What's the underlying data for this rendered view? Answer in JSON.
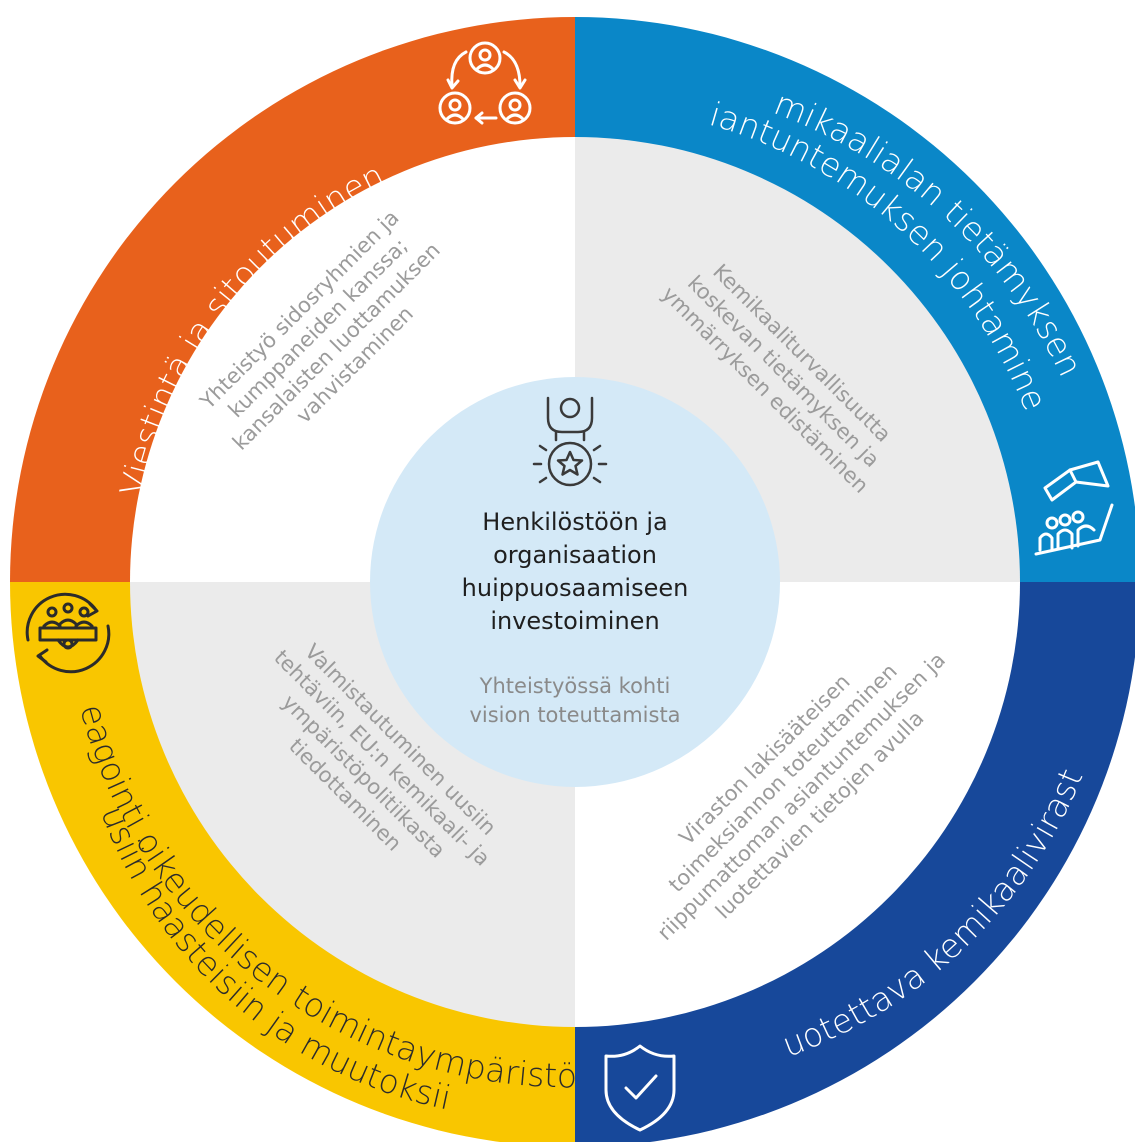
{
  "colors": {
    "orange": "#e8611c",
    "light_blue": "#0a87c8",
    "dark_blue": "#17489a",
    "yellow": "#f9c600",
    "inner_white": "#ffffff",
    "inner_gray": "#ebebeb",
    "center": "#d4e9f7"
  },
  "segments": {
    "top_left": {
      "title": "Viestintä ja sitoutuminen",
      "icon": "people-cycle-icon",
      "description": [
        "Yhteistyö sidosryhmien ja",
        "kumppaneiden kanssa;",
        "kansalaisten luottamuksen",
        "vahvistaminen"
      ]
    },
    "top_right": {
      "title_line1": "Kemikaalialan tietämyksen ja",
      "title_line2": "asiantuntemuksen johtaminen",
      "icon": "knowledge-hand-icon",
      "description": [
        "Kemikaaliturvallisuutta",
        "koskevan tietämyksen ja",
        "ymmärryksen edistäminen"
      ]
    },
    "bottom_right": {
      "title": "Luotettava kemikaalivirasto",
      "icon": "shield-check-icon",
      "description": [
        "Viraston lakisääteisen",
        "toimeksiannon toteuttaminen",
        "riippumattoman asiantuntemuksen ja",
        "luotettavien tietojen avulla"
      ]
    },
    "bottom_left": {
      "title_line1": "Reagointi oikeudellisen toimintaympäristön",
      "title_line2": "uusiin haasteisiin ja muutoksiin",
      "icon": "team-gear-icon",
      "description": [
        "Valmistautuminen uusiin",
        "tehtäviin, EU:n kemikaali- ja",
        "ympäristöpolitiikasta",
        "tiedottaminen"
      ]
    }
  },
  "center": {
    "icon": "person-star-icon",
    "title": [
      "Henkilöstöön ja",
      "organisaation",
      "huippuosaamiseen",
      "investoiminen"
    ],
    "subtitle": [
      "Yhteistyössä kohti",
      "vision toteuttamista"
    ]
  }
}
